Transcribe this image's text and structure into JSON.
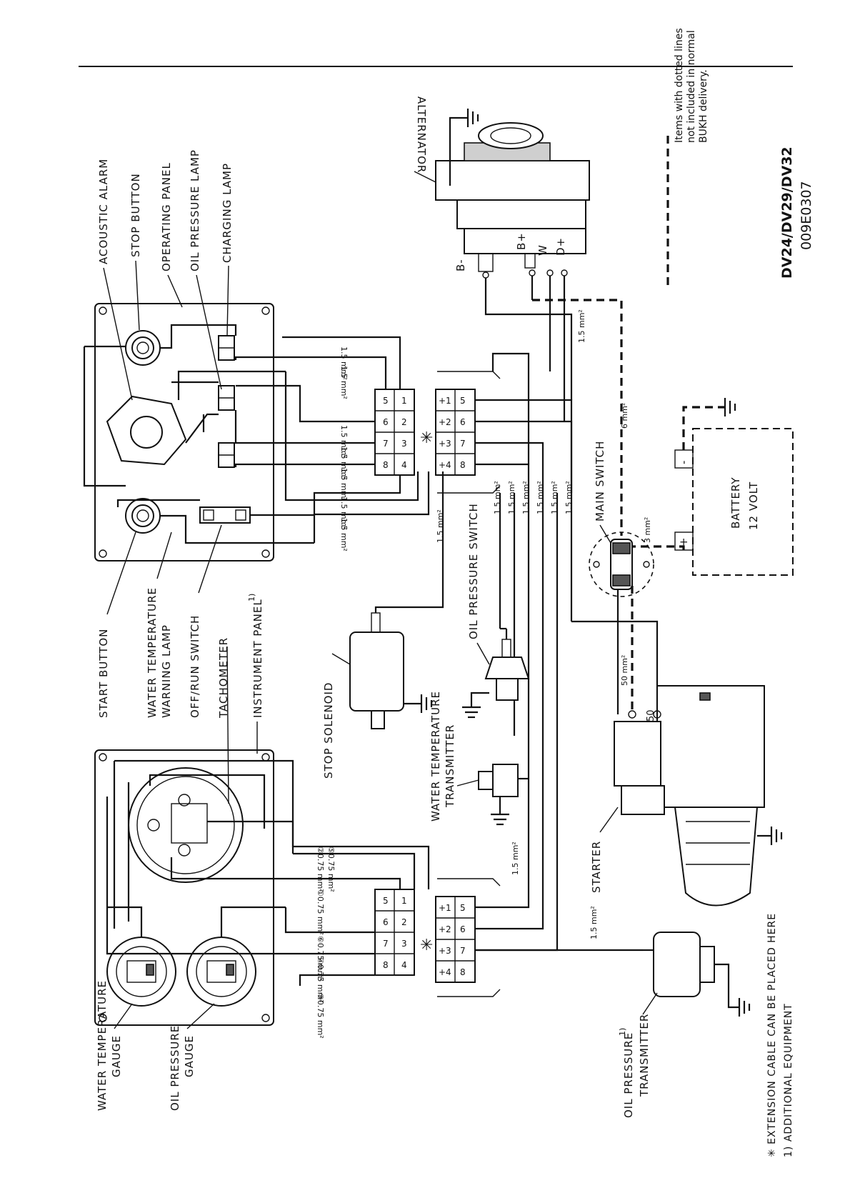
{
  "labels": {
    "acoustic_alarm": "ACOUSTIC ALARM",
    "stop_button": "STOP BUTTON",
    "operating_panel": "OPERATING PANEL",
    "oil_pressure_lamp": "OIL PRESSURE LAMP",
    "charging_lamp": "CHARGING LAMP",
    "start_button": "START BUTTON",
    "water_temp_warning_lamp": [
      "WATER TEMPERATURE",
      "WARNING LAMP"
    ],
    "off_run_switch": "OFF/RUN SWITCH",
    "tachometer": "TACHOMETER",
    "instrument_panel": "INSTRUMENT PANEL",
    "instrument_panel_note": "1)",
    "stop_solenoid": "STOP SOLENOID",
    "oil_pressure_switch": "OIL PRESSURE SWITCH",
    "water_temp_transmitter": [
      "WATER TEMPERATURE",
      "TRANSMITTER"
    ],
    "starter": "STARTER",
    "oil_pressure_transmitter": [
      "OIL PRESSURE",
      "TRANSMITTER"
    ],
    "oil_pressure_transmitter_note": "1)",
    "water_temp_gauge": [
      "WATER TEMPERATURE",
      "GAUGE"
    ],
    "oil_pressure_gauge": [
      "OIL PRESSURE",
      "GAUGE"
    ],
    "alternator": "ALTERNATOR",
    "main_switch": "MAIN SWITCH",
    "battery": [
      "BATTERY",
      "12 VOLT"
    ]
  },
  "terminals": {
    "b_minus": "B-",
    "b_plus": "B+",
    "w": "W",
    "d_plus": "D+",
    "battery_minus": "-",
    "battery_plus": "+",
    "starter_terminal": "50"
  },
  "wire_sizes": {
    "w15": "1.5 mm²",
    "w6": "6 mm²",
    "w50": "50 mm²",
    "w3": "3 mm²",
    "w075": "0.75 mm²"
  },
  "gauge_wire_labels": [
    "②0.75 mm²",
    "⑤0.75 mm²",
    "①0.75 mm²",
    "⑥0.75 mm²",
    "④0.75 mm²",
    "③0.75 mm²"
  ],
  "connectors": {
    "upper_left_pins": [
      "5",
      "1",
      "6",
      "2",
      "7",
      "3",
      "8",
      "4"
    ],
    "upper_right_pins": [
      "+1",
      "5",
      "+2",
      "6",
      "+3",
      "7",
      "+4",
      "8"
    ],
    "lower_left_pins": [
      "5",
      "1",
      "6",
      "2",
      "7",
      "3",
      "8",
      "4"
    ],
    "lower_right_pins": [
      "+1",
      "5",
      "+2",
      "6",
      "+3",
      "7",
      "+4",
      "8"
    ],
    "extension_mark": "✳"
  },
  "dotted_note": [
    "Items with dotted lines",
    "not included in normal",
    "BUKH delivery."
  ],
  "model": "DV24/DV29/DV32",
  "drawing_code": "009E0307",
  "footnotes": [
    "✳ EXTENSION CABLE CAN BE PLACED HERE",
    "1) ADDITIONAL EQUIPMENT"
  ]
}
